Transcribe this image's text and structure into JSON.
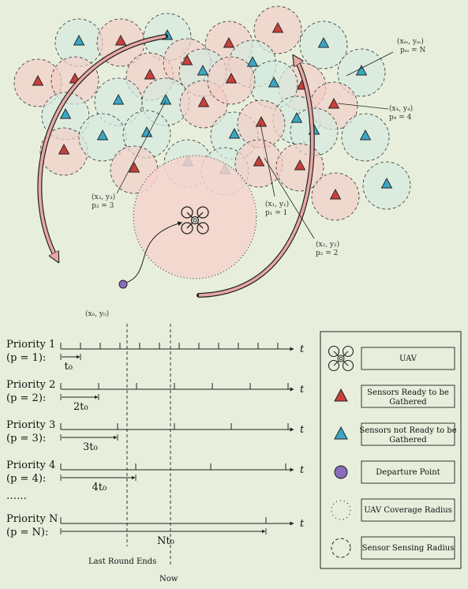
{
  "map": {
    "departure_label": "(x₀, y₀)",
    "sensor_labels": [
      {
        "coord": "(xₘ, yₘ)",
        "priority": "pₘ = N"
      },
      {
        "coord": "(x₄, y₄)",
        "priority": "p₄ = 4"
      },
      {
        "coord": "(x₃, y₃)",
        "priority": "p₃ = 3"
      },
      {
        "coord": "(x₁, y₁)",
        "priority": "p₁ = 1"
      },
      {
        "coord": "(x₂, y₂)",
        "priority": "p₂ = 2"
      }
    ]
  },
  "timeline": {
    "axis_symbol": "t",
    "rows": [
      {
        "line1": "Priority 1",
        "line2": "(p = 1):",
        "interval": "t₀"
      },
      {
        "line1": "Priority 2",
        "line2": "(p = 2):",
        "interval": "2t₀"
      },
      {
        "line1": "Priority 3",
        "line2": "(p = 3):",
        "interval": "3t₀"
      },
      {
        "line1": "Priority 4",
        "line2": "(p = 4):",
        "interval": "4t₀"
      },
      {
        "line1": "Priority N",
        "line2": "(p = N):",
        "interval": "Nt₀"
      }
    ],
    "ellipsis": "……",
    "last_round_label": "Last Round Ends",
    "now_label": "Now"
  },
  "legend": {
    "items": [
      {
        "icon": "uav-icon",
        "label": "UAV"
      },
      {
        "icon": "red-triangle-icon",
        "label": "Sensors Ready to be Gathered",
        "color": "#c9403a"
      },
      {
        "icon": "blue-triangle-icon",
        "label": "Sensors not Ready to be Gathered",
        "color": "#3aa6c4"
      },
      {
        "icon": "purple-dot-icon",
        "label": "Departure Point",
        "color": "#8a6bbd"
      },
      {
        "icon": "dotted-circle-icon",
        "label": "UAV Coverage Radius"
      },
      {
        "icon": "dashed-circle-icon",
        "label": "Sensor Sensing Radius"
      }
    ]
  }
}
